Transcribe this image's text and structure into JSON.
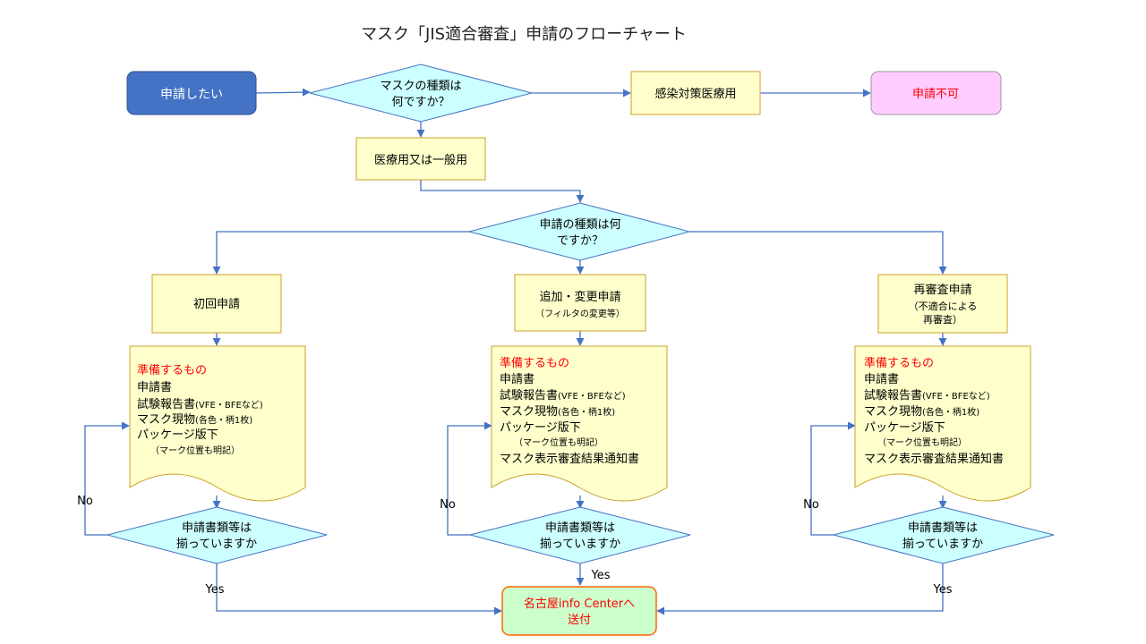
{
  "title": "マスク「JIS適合審査」申請のフローチャート",
  "start": "申請したい",
  "q_type": [
    "マスクの種類は",
    "何ですか？"
  ],
  "infection": "感染対策医療用",
  "refuse": "申請不可",
  "general": "医療用又は一般用",
  "q_apply": [
    "申請の種類は何",
    "ですか？"
  ],
  "branches": {
    "initial": {
      "label": "初回申請"
    },
    "change": {
      "label": "追加・変更申請",
      "sub": "（フィルタの変更等）"
    },
    "review": {
      "label": "再審査申請",
      "sub1": "（不適合による",
      "sub2": "再審査）"
    }
  },
  "prep": {
    "heading": "準備するもの",
    "item_app": "申請書",
    "item_report": "試験報告書",
    "item_report_note": "(VFE・BFEなど)",
    "item_mask": "マスク現物",
    "item_mask_note": "(各色・柄1枚)",
    "item_pkg": "パッケージ版下",
    "item_pkg_note": "（マーク位置も明記）",
    "item_notice": "マスク表示審査結果通知書"
  },
  "q_docs": [
    "申請書類等は",
    "揃っていますか"
  ],
  "no": "No",
  "yes": "Yes",
  "send": [
    "名古屋info Centerへ",
    "送付"
  ],
  "colors": {
    "start_fill": "#4472c4",
    "refuse_fill": "#ffccff",
    "refuse_text": "#ff0000",
    "box_fill": "#ffffcc",
    "diamond_fill": "#ccffff",
    "send_fill": "#ccffcc",
    "send_border": "#ff6600",
    "line": "#4472c4",
    "heading_red": "#ff0000"
  }
}
